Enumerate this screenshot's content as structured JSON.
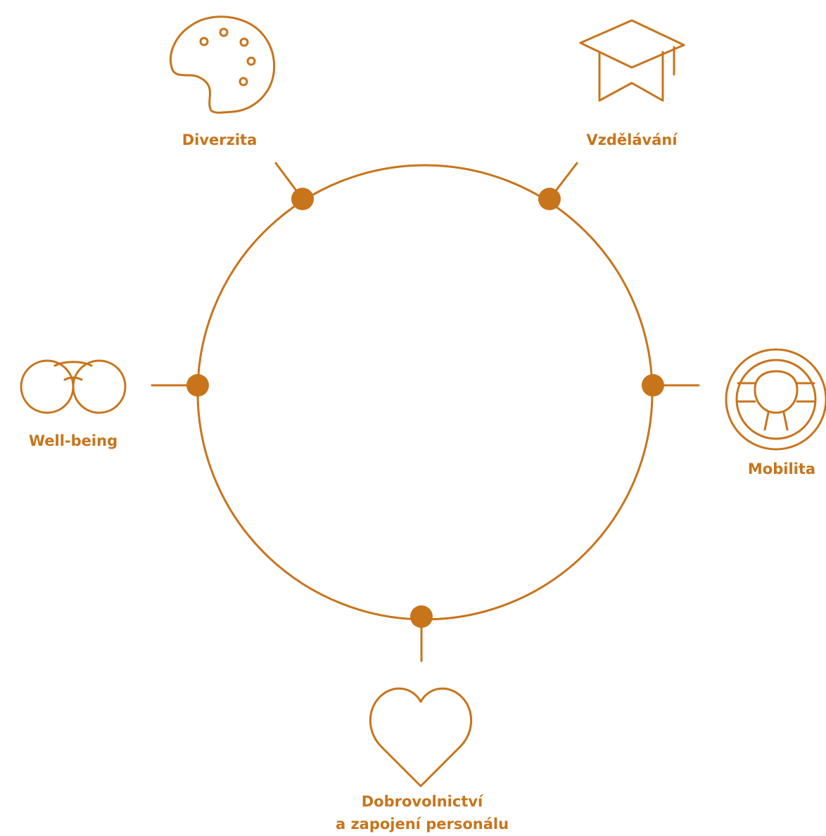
{
  "colors": {
    "accent": "#c8741b",
    "background": "#ffffff"
  },
  "nodes": [
    {
      "id": "diverzita",
      "label": "Diverzita",
      "icon": "palette-icon"
    },
    {
      "id": "vzdelavani",
      "label": "Vzdělávání",
      "icon": "graduation-cap-icon"
    },
    {
      "id": "mobilita",
      "label": "Mobilita",
      "icon": "steering-wheel-icon"
    },
    {
      "id": "dobrovolnictvi",
      "label_line1": "Dobrovolnictví",
      "label_line2": "a zapojení personálu",
      "icon": "heart-icon"
    },
    {
      "id": "well-being",
      "label": "Well-being",
      "icon": "glasses-icon"
    }
  ]
}
